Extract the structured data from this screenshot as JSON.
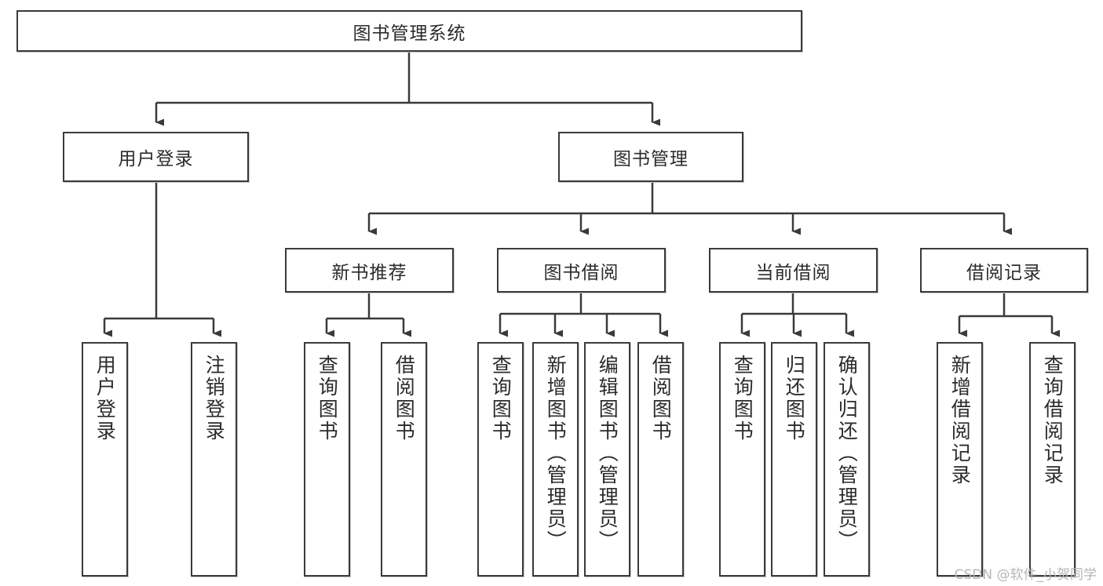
{
  "diagram": {
    "title": "图书管理系统",
    "type": "hierarchy-tree",
    "watermark": "CSDN @软件_小贺同学",
    "colors": {
      "box_border": "#3a3a3a",
      "box_fill": "#ffffff",
      "edge": "#3a3a3a",
      "text": "#2b2b2b",
      "watermark": "#b6b6b6",
      "background": "#ffffff"
    },
    "levels": {
      "root": {
        "label": "图书管理系统"
      },
      "level2": [
        {
          "id": "user-login",
          "label": "用户登录"
        },
        {
          "id": "book-manage",
          "label": "图书管理"
        }
      ],
      "level3": [
        {
          "id": "new-book-rec",
          "label": "新书推荐"
        },
        {
          "id": "book-borrow",
          "label": "图书借阅"
        },
        {
          "id": "current-borrow",
          "label": "当前借阅"
        },
        {
          "id": "borrow-record",
          "label": "借阅记录"
        }
      ],
      "leaves": {
        "user-login": [
          {
            "id": "leaf-user-login",
            "label": "用户登录"
          },
          {
            "id": "leaf-logout",
            "label": "注销登录"
          }
        ],
        "new-book-rec": [
          {
            "id": "leaf-query-book-1",
            "label": "查询图书"
          },
          {
            "id": "leaf-borrow-book-1",
            "label": "借阅图书"
          }
        ],
        "book-borrow": [
          {
            "id": "leaf-query-book-2",
            "label": "查询图书"
          },
          {
            "id": "leaf-add-book",
            "label": "新增图书（管理员）"
          },
          {
            "id": "leaf-edit-book",
            "label": "编辑图书（管理员）"
          },
          {
            "id": "leaf-borrow-book-2",
            "label": "借阅图书"
          }
        ],
        "current-borrow": [
          {
            "id": "leaf-query-book-3",
            "label": "查询图书"
          },
          {
            "id": "leaf-return-book",
            "label": "归还图书"
          },
          {
            "id": "leaf-confirm-return",
            "label": "确认归还（管理员）"
          }
        ],
        "borrow-record": [
          {
            "id": "leaf-add-record",
            "label": "新增借阅记录"
          },
          {
            "id": "leaf-query-record",
            "label": "查询借阅记录"
          }
        ]
      }
    }
  }
}
